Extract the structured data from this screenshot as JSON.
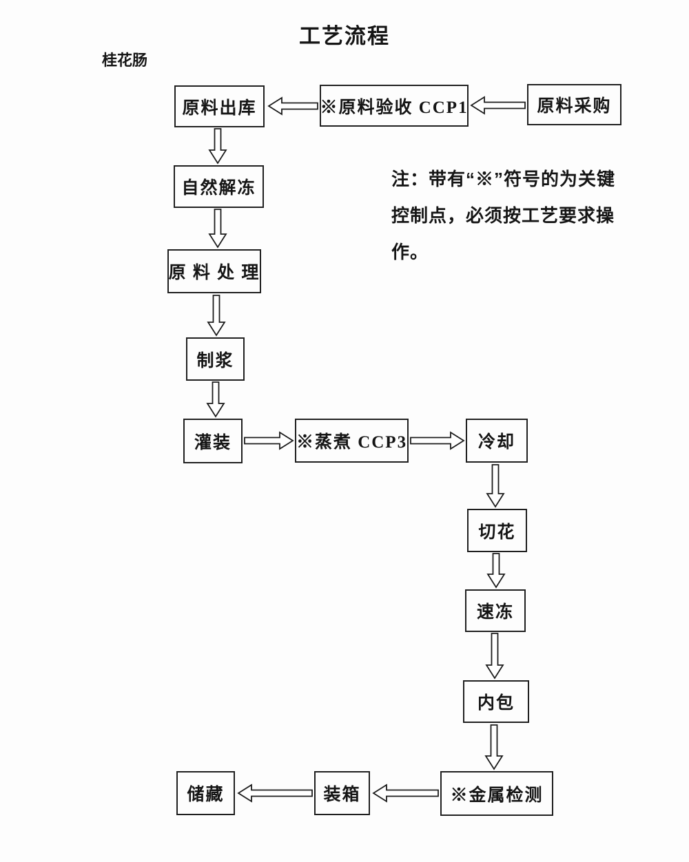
{
  "page": {
    "title": "工艺流程",
    "product_label": "桂花肠"
  },
  "note": {
    "line1": "注：带有“※”符号的为关键",
    "line2": "控制点，必须按工艺要求操",
    "line3": "作。"
  },
  "nodes": {
    "raw_material_outbound": {
      "label": "原料出库"
    },
    "raw_material_inspection": {
      "label": "※原料验收 CCP1"
    },
    "raw_material_purchase": {
      "label": "原料采购"
    },
    "natural_thawing": {
      "label": "自然解冻"
    },
    "raw_material_processing": {
      "label": "原 料 处 理"
    },
    "pulping": {
      "label": "制浆"
    },
    "filling": {
      "label": "灌装"
    },
    "cooking": {
      "label": "※蒸煮 CCP3"
    },
    "cooling": {
      "label": "冷却"
    },
    "flower_cutting": {
      "label": "切花"
    },
    "quick_freezing": {
      "label": "速冻"
    },
    "inner_packing": {
      "label": "内包"
    },
    "metal_detection": {
      "label": "※金属检测"
    },
    "boxing": {
      "label": "装箱"
    },
    "storage": {
      "label": "储藏"
    }
  },
  "colors": {
    "ink": "#1c1c1c",
    "background": "#fdfdfd"
  }
}
